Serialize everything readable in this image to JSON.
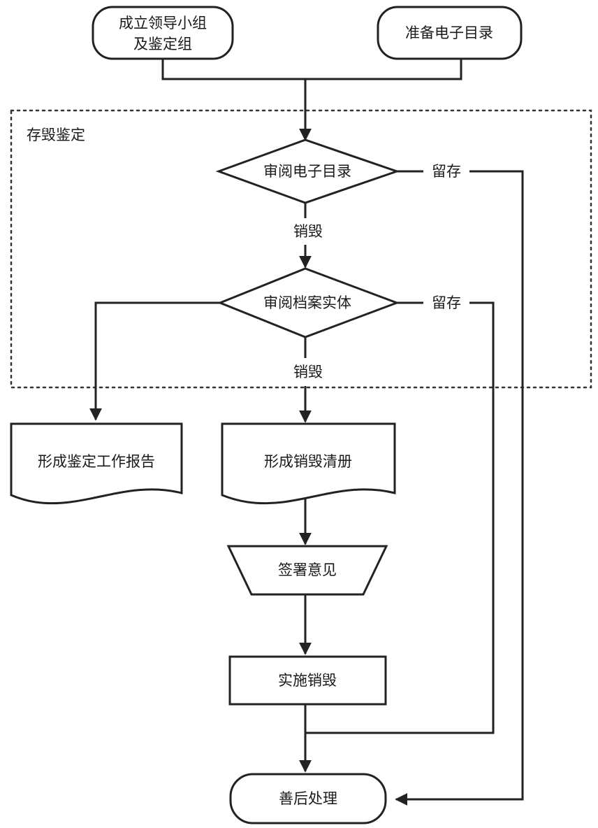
{
  "nodes": {
    "start_team": {
      "line1": "成立领导小组",
      "line2": "及鉴定组"
    },
    "start_catalog": {
      "label": "准备电子目录"
    },
    "group_label": "存毁鉴定",
    "review_catalog": {
      "label": "审阅电子目录"
    },
    "review_physical": {
      "label": "审阅档案实体"
    },
    "report_doc": {
      "label": "形成鉴定工作报告"
    },
    "destroy_list_doc": {
      "label": "形成销毁清册"
    },
    "sign_opinion": {
      "label": "签署意见"
    },
    "execute_destroy": {
      "label": "实施销毁"
    },
    "aftermath": {
      "label": "善后处理"
    }
  },
  "edges": {
    "retain_1": "留存",
    "destroy_1": "销毁",
    "retain_2": "留存",
    "destroy_2": "销毁"
  }
}
